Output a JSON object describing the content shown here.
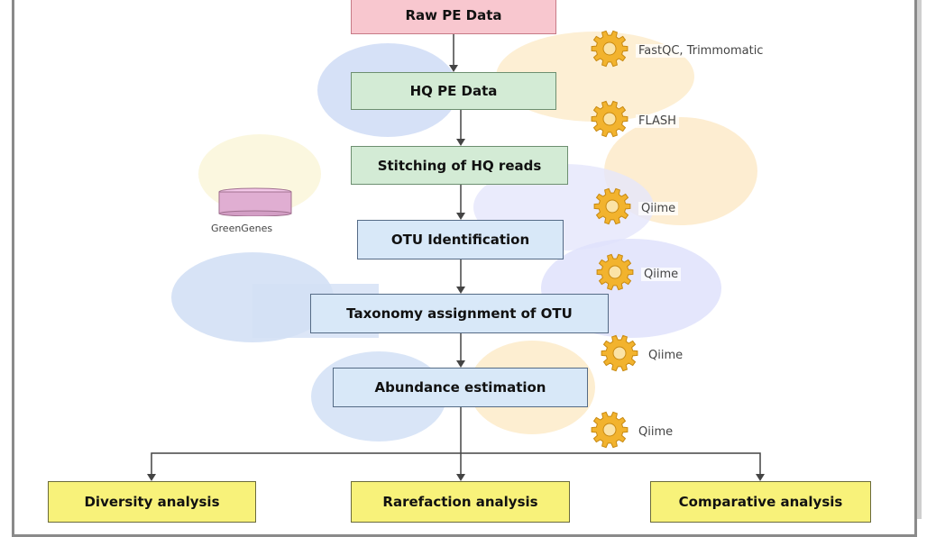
{
  "steps": {
    "raw": "Raw PE Data",
    "hq": "HQ PE Data",
    "stitch": "Stitching of HQ reads",
    "otu": "OTU Identification",
    "taxonomy": "Taxonomy assignment of OTU",
    "abundance": "Abundance estimation"
  },
  "analyses": {
    "diversity": "Diversity analysis",
    "rarefaction": "Rarefaction analysis",
    "comparative": "Comparative analysis"
  },
  "tools": {
    "t1": "FastQC, Trimmomatic",
    "t2": "FLASH",
    "t3": "Qiime",
    "t4": "Qiime",
    "t5": "Qiime",
    "t6": "Qiime"
  },
  "database": {
    "label": "GreenGenes"
  },
  "colors": {
    "pink": "#f8c7cf",
    "green": "#d3ebd5",
    "blue": "#d8e8f8",
    "yellow": "#f8f27a",
    "gear": "#f2b32e"
  }
}
